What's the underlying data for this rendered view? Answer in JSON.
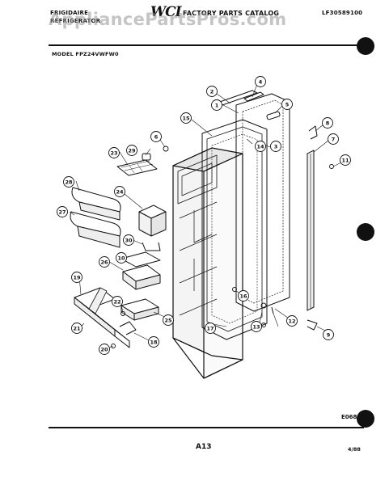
{
  "header": {
    "brand_line1": "FRIGIDAIRE",
    "brand_line2": "REFRIGERATOR",
    "logo": "WCI",
    "catalog_title": "FACTORY PARTS CATALOG",
    "catalog_number": "LF30589100",
    "watermark": "AppliancePartsPros.com"
  },
  "model_label": "MODEL FPZ24VWFW0",
  "diagram": {
    "part_numbers": [
      "1",
      "2",
      "3",
      "4",
      "5",
      "6",
      "7",
      "8",
      "9",
      "10",
      "11",
      "12",
      "13",
      "14",
      "15",
      "16",
      "17",
      "18",
      "19",
      "20",
      "21",
      "22",
      "23",
      "24",
      "25",
      "26",
      "27",
      "28",
      "29",
      "30"
    ]
  },
  "footer": {
    "figure_code": "E0686",
    "page_number": "A13",
    "date": "4/88"
  }
}
